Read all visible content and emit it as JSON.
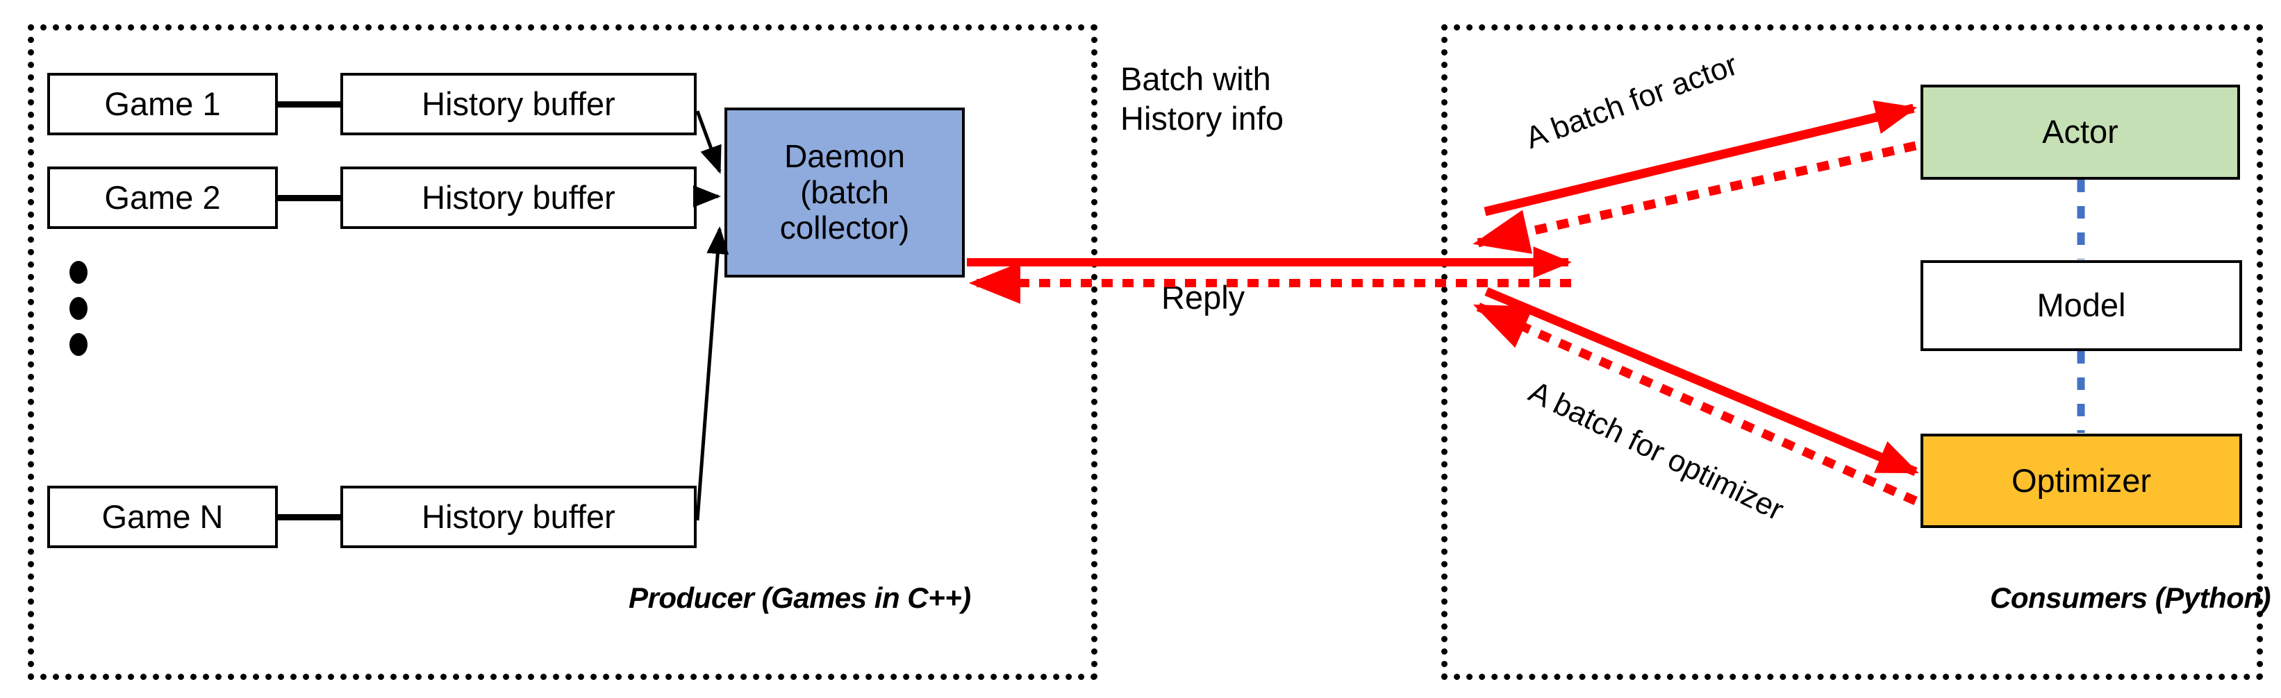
{
  "diagram": {
    "title": "Producer-Consumer batching architecture",
    "colors": {
      "daemon_fill": "#8FAADC",
      "actor_fill": "#C5E0B4",
      "optimizer_fill": "#FFC02E",
      "model_fill": "#FFFFFF",
      "red_arrow": "#FF0000",
      "blue_dashed_link": "#4472C4",
      "border": "#000000"
    },
    "producer": {
      "caption": "Producer (Games in C++)",
      "games": [
        {
          "game_label": "Game 1",
          "buffer_label": "History buffer"
        },
        {
          "game_label": "Game 2",
          "buffer_label": "History buffer"
        },
        {
          "game_label": "Game N",
          "buffer_label": "History buffer"
        }
      ],
      "ellipsis": "•",
      "daemon": {
        "line1": "Daemon",
        "line2": "(batch",
        "line3": "collector)"
      }
    },
    "channel": {
      "request_label_line1": "Batch with",
      "request_label_line2": "History info",
      "reply_label": "Reply"
    },
    "consumers": {
      "caption": "Consumers (Python)",
      "actor": {
        "label": "Actor"
      },
      "model": {
        "label": "Model"
      },
      "optimizer": {
        "label": "Optimizer"
      },
      "actor_arrow_label": "A batch for actor",
      "optimizer_arrow_label": "A batch for optimizer"
    }
  }
}
